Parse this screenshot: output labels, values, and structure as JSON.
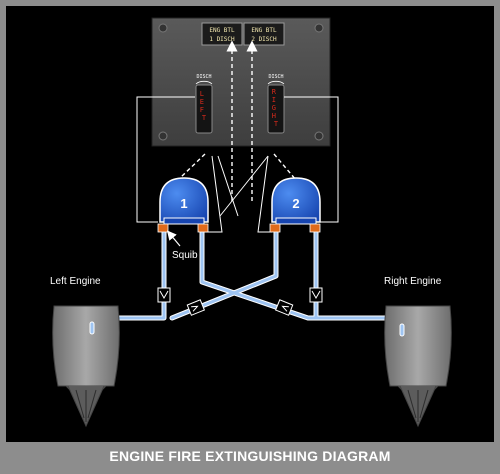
{
  "caption": "ENGINE FIRE EXTINGUISHING DIAGRAM",
  "panel": {
    "annunciator_left": {
      "line1": "ENG BTL",
      "line2": "1 DISCH"
    },
    "annunciator_right": {
      "line1": "ENG BTL",
      "line2": "2 DISCH"
    },
    "handle_left": {
      "top_label": "DISCH",
      "name": "LEFT"
    },
    "handle_right": {
      "top_label": "DISCH",
      "name": "RIGHT"
    }
  },
  "bottles": {
    "left": "1",
    "right": "2"
  },
  "labels": {
    "squib": "Squib",
    "left_engine": "Left Engine",
    "right_engine": "Right Engine"
  },
  "colors": {
    "bottle": "#1f5fd6",
    "pipe": "#9ec4f2",
    "handle_text": "#d62a1c",
    "annunciator_text": "#f4e9b0",
    "squib": "#e06a1a"
  }
}
